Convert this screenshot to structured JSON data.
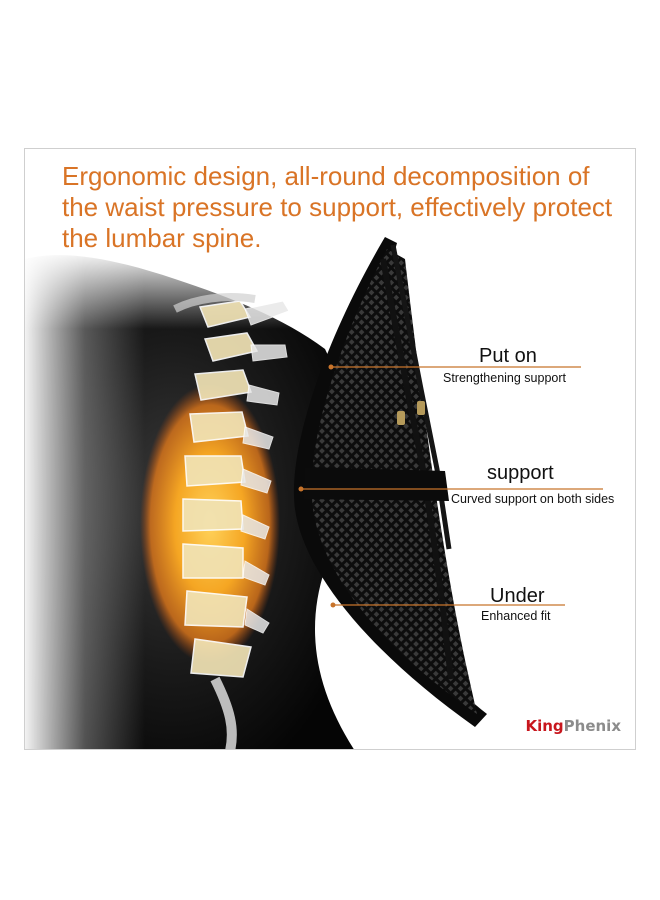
{
  "headline": "Ergonomic design, all-round decomposition of the waist pressure to support, effectively protect the lumbar spine.",
  "callouts": [
    {
      "title": "Put on",
      "subtitle": "Strengthening support"
    },
    {
      "title": "support",
      "subtitle": "Curved support on both sides"
    },
    {
      "title": "Under",
      "subtitle": "Enhanced fit"
    }
  ],
  "brand": {
    "part1": "King",
    "part2": "Phenix"
  },
  "colors": {
    "headline": "#d97426",
    "callout_line": "#c8742b",
    "brand_red": "#c8161d",
    "brand_grey": "#8c8c8c",
    "glow": "#f5a623"
  }
}
